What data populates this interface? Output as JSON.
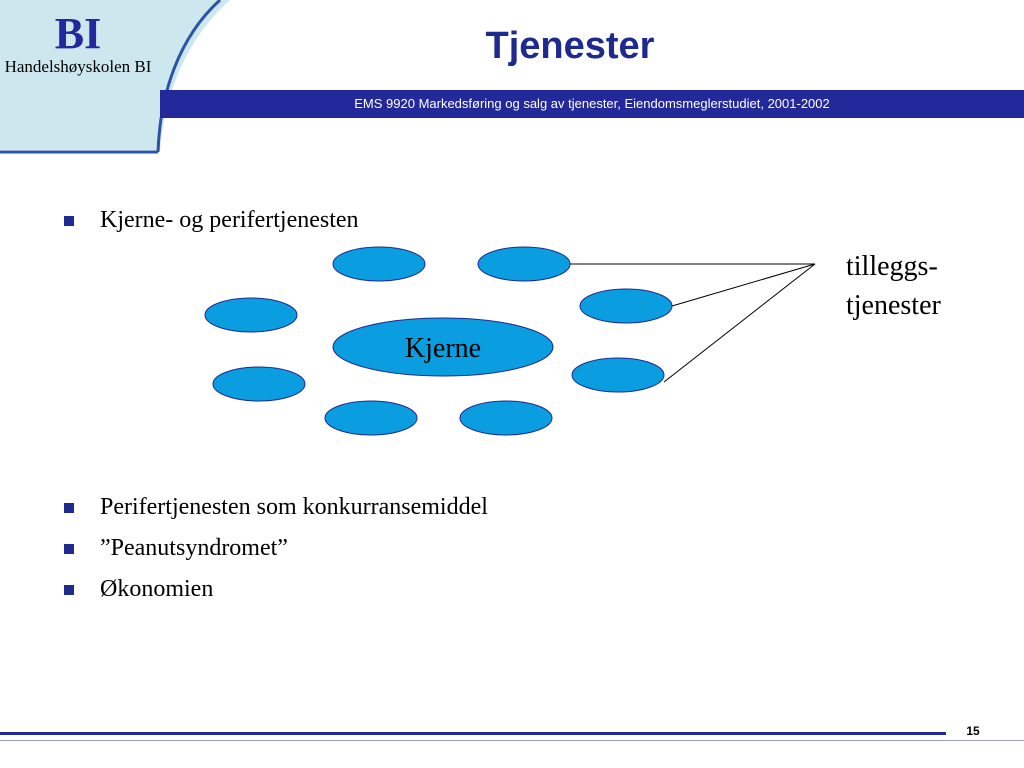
{
  "logo": {
    "mark": "BI",
    "name": "Handelshøyskolen BI"
  },
  "title": "Tjenester",
  "header_band": "EMS 9920 Markedsføring og salg av tjenester, Eiendomsmeglerstudiet, 2001-2002",
  "bullets_top": [
    {
      "text": "Kjerne- og perifertjenesten"
    }
  ],
  "diagram": {
    "core_label": "Kjerne",
    "side_label_line1": "tilleggs-",
    "side_label_line2": "tjenester"
  },
  "bullets_bottom": [
    {
      "text": "Perifertjenesten som konkurransemiddel"
    },
    {
      "text": "”Peanutsyndromet”"
    },
    {
      "text": "Økonomien"
    }
  ],
  "page_number": "15",
  "colors": {
    "brand_blue": "#23299a",
    "ellipse_fill": "#0a9ee0",
    "logo_teal": "#cde7ee"
  }
}
